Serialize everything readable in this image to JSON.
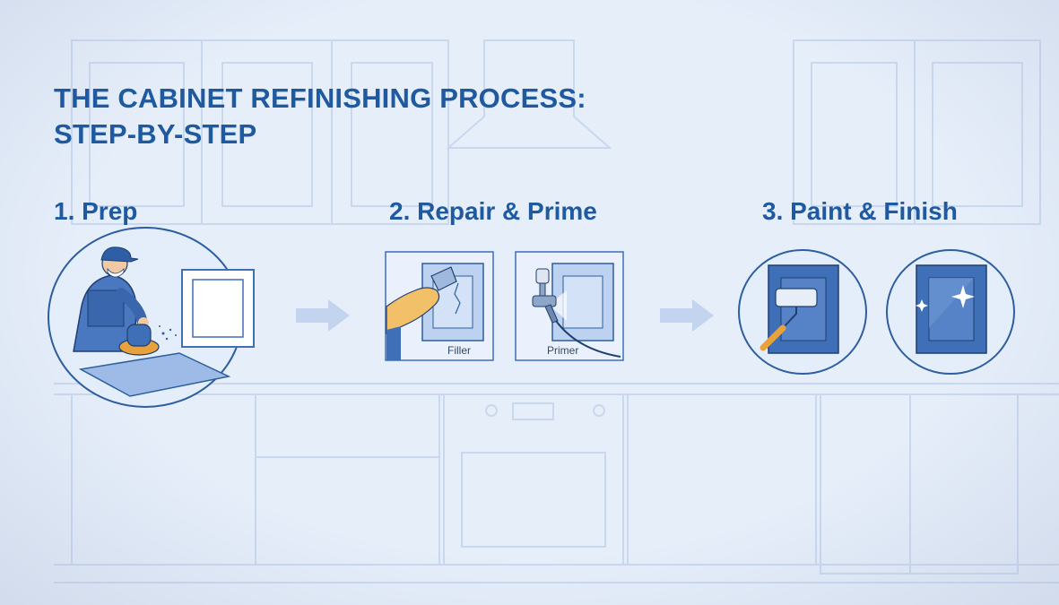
{
  "title": {
    "line1": "THE CABINET REFINISHING PROCESS:",
    "line2": "STEP-BY-STEP"
  },
  "steps": [
    {
      "heading": "1. Prep"
    },
    {
      "heading": "2. Repair & Prime",
      "panels": [
        "Filler",
        "Primer"
      ]
    },
    {
      "heading": "3. Paint & Finish"
    }
  ],
  "colors": {
    "heading": "#1f5aa0",
    "accent_blue": "#3f6fb6",
    "accent_orange": "#e9a23b",
    "background": "#e6eefa"
  },
  "icons": [
    "worker-sanding-icon",
    "cabinet-door-outline-icon",
    "arrow-right-icon",
    "putty-knife-hand-icon",
    "spray-gun-icon",
    "paint-roller-icon",
    "sparkle-icon"
  ]
}
